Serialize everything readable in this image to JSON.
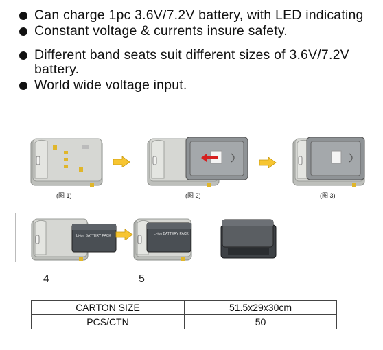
{
  "bullets": [
    "Can charge 1pc 3.6V/7.2V battery, with LED indicating",
    "Constant voltage & currents insure safety.",
    "Different band seats suit different sizes of 3.6V/7.2V battery.",
    "World wide voltage input."
  ],
  "figures": {
    "captions": [
      "(图 1)",
      "(图 2)",
      "(图 3)"
    ],
    "step_numbers": [
      "4",
      "5"
    ],
    "battery_label": "Li-ion BATTERY PACK"
  },
  "specs": {
    "rows": [
      [
        "CARTON SIZE",
        "51.5x29x30cm"
      ],
      [
        "PCS/CTN",
        "50"
      ]
    ]
  },
  "colors": {
    "charger_body": "#cfd0cc",
    "battery_dark": "#3d4145",
    "arrow_fill": "#f7c531"
  }
}
